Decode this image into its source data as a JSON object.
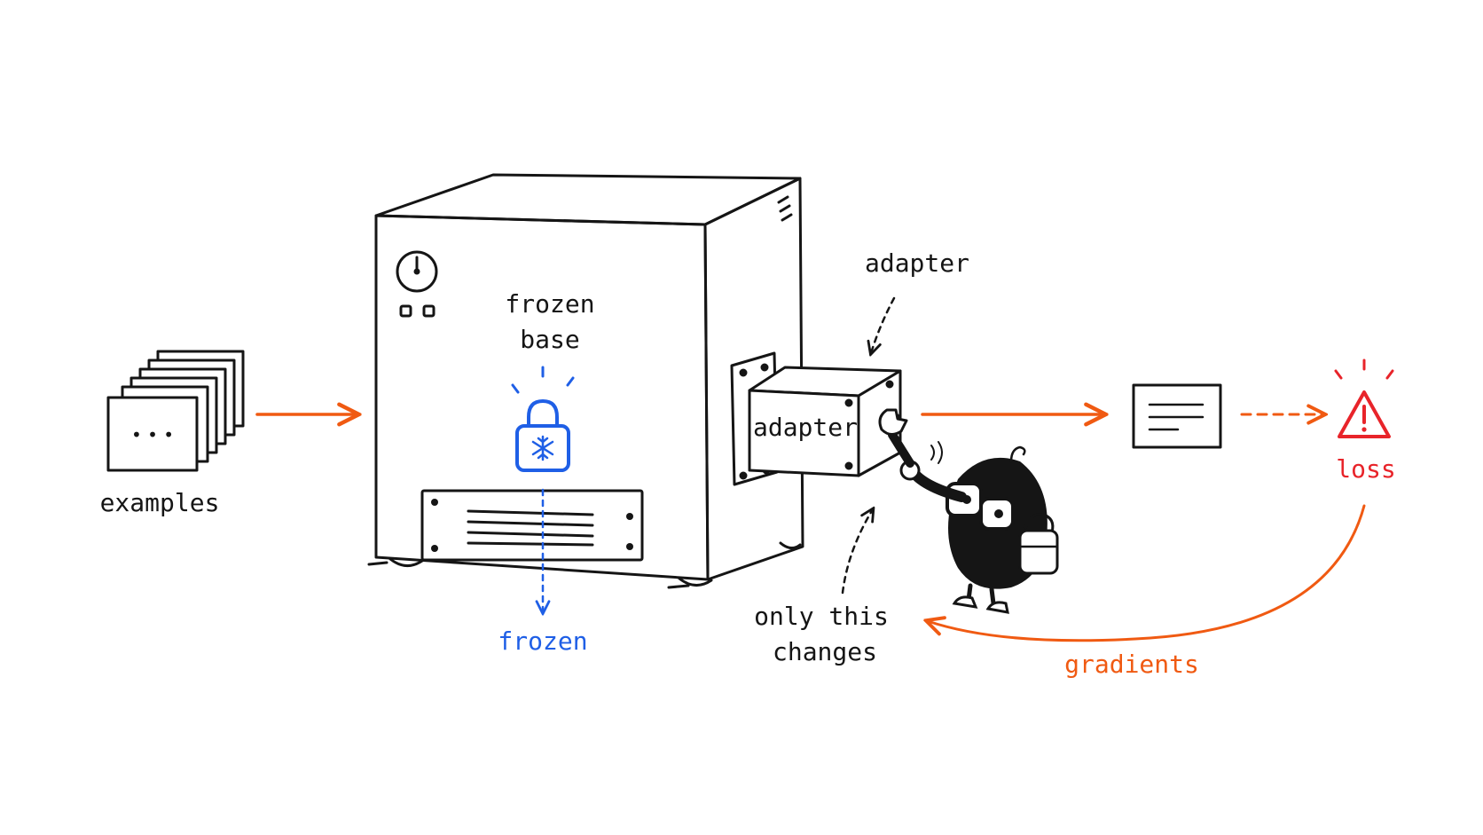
{
  "labels": {
    "examples": "examples",
    "frozen_base_line1": "frozen",
    "frozen_base_line2": "base",
    "frozen": "frozen",
    "adapter_top": "adapter",
    "adapter_box": "adapter",
    "only_this_line1": "only this",
    "only_this_line2": "changes",
    "loss": "loss",
    "gradients": "gradients",
    "ellipsis": "• • •"
  },
  "colors": {
    "ink": "#151515",
    "orange": "#f05a12",
    "blue": "#1f5fe6",
    "red": "#e8242a"
  },
  "icons": [
    "clock-icon",
    "padlock-snowflake-icon",
    "warning-icon",
    "wrench-icon",
    "mascot-icon"
  ]
}
